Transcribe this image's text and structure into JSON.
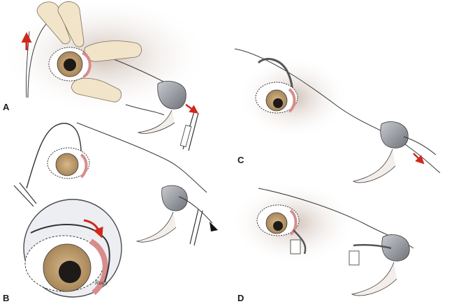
{
  "figure": {
    "panels": [
      {
        "id": "A",
        "label": "A",
        "description": "eye-lids-retracted-cannula-in-puncta"
      },
      {
        "id": "B",
        "label": "B",
        "description": "suture-threaded-through-nasolacrimal-duct"
      },
      {
        "id": "C",
        "label": "C",
        "description": "tubing-pulled-through-duct"
      },
      {
        "id": "D",
        "label": "D",
        "description": "tubing-sutured-in-place"
      }
    ],
    "signature": "Rudy",
    "colors": {
      "outline": "#3a3a3a",
      "arrow": "#d0281e",
      "iris": "#c8a77a",
      "pupil": "#1e1a18",
      "conjunctiva": "#d88c8c",
      "nose": "#9a9ca3",
      "skin": "#e7e0dc",
      "glove": "#f2e4c8"
    }
  }
}
